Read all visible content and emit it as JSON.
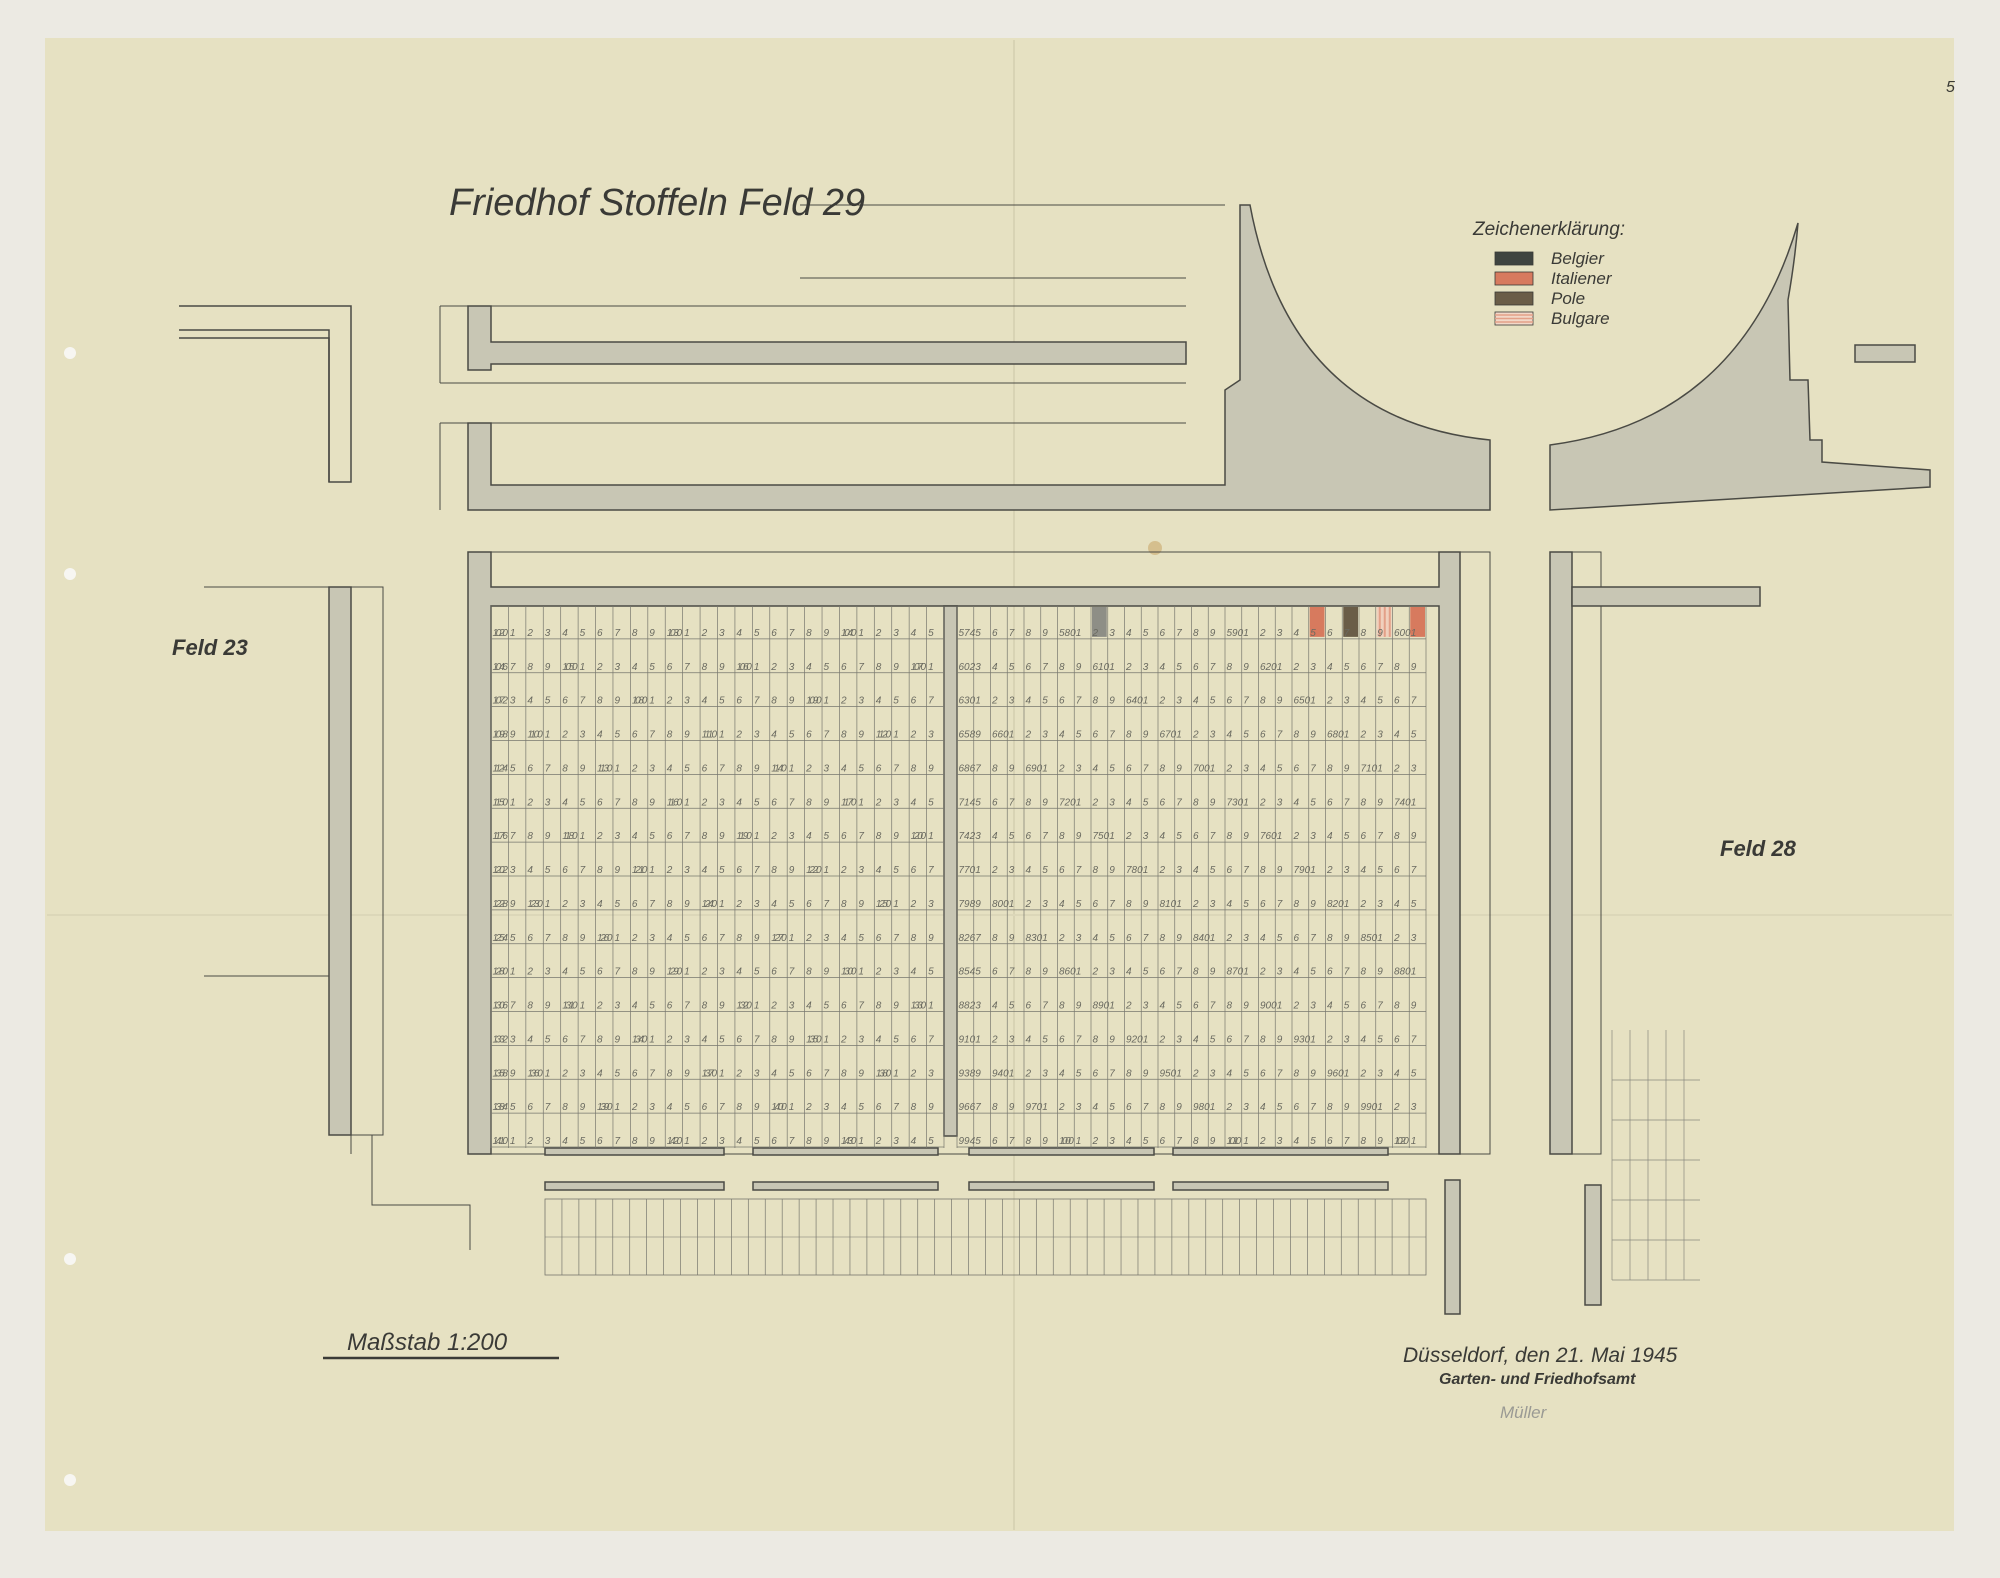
{
  "title": "Friedhof Stoffeln Feld 29",
  "page_number": "5",
  "neighbors": {
    "left": "Feld 23",
    "right": "Feld 28"
  },
  "legend": {
    "heading": "Zeichenerklärung:",
    "items": [
      {
        "label": "Belgier",
        "color": "#3f4440",
        "pattern": "solid"
      },
      {
        "label": "Italiener",
        "color": "#d77a5e",
        "pattern": "solid"
      },
      {
        "label": "Pole",
        "color": "#6a5d48",
        "pattern": "solid"
      },
      {
        "label": "Bulgare",
        "color": "#e3a088",
        "pattern": "striped"
      }
    ]
  },
  "scale": "Maßstab 1:200",
  "footer": {
    "place_date": "Düsseldorf, den 21. Mai 1945",
    "office": "Garten- und Friedhofsamt",
    "signature": "Müller"
  },
  "grave_blocks": [
    {
      "name": "left",
      "cells_per_row": 26,
      "row_starts": [
        1020,
        1046,
        1072,
        1098,
        1124,
        1150,
        1176,
        1202,
        1228,
        1254,
        1280,
        1306,
        1332,
        1358,
        1384,
        1410
      ]
    },
    {
      "name": "right",
      "cells_per_row": 28,
      "row_starts": [
        574,
        602,
        630,
        658,
        686,
        714,
        742,
        770,
        798,
        826,
        854,
        882,
        910,
        938,
        966,
        994
      ]
    }
  ],
  "marked_graves": [
    {
      "grave": 582,
      "category": "Belgier",
      "color": "#8e8e86"
    },
    {
      "grave": 595,
      "category": "Italiener",
      "color": "#d77a5e"
    },
    {
      "grave": 597,
      "category": "Pole",
      "color": "#6a5d48"
    },
    {
      "grave": 599,
      "category": "Bulgare",
      "color": "#e3a088"
    },
    {
      "grave": 601,
      "category": "Italiener",
      "color": "#d77a5e"
    }
  ],
  "colors": {
    "paper": "#e6e1c2",
    "ink": "#3a3a36",
    "path_fill": "#c8c6b4"
  }
}
